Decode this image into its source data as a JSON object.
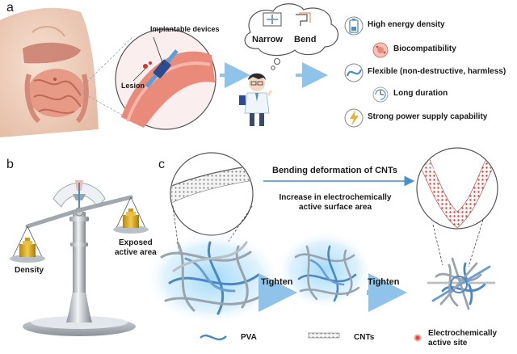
{
  "panels": {
    "a": "a",
    "b": "b",
    "c": "c"
  },
  "panel_a": {
    "implantable_devices": "Implantable devices",
    "lesion": "Lesion",
    "narrow": "Narrow",
    "bend": "Bend",
    "features": [
      {
        "label": "High energy density",
        "icon": "battery-icon"
      },
      {
        "label": "Biocompatibility",
        "icon": "cell-icon"
      },
      {
        "label": "Flexible (non-destructive, harmless)",
        "icon": "flex-fiber-icon"
      },
      {
        "label": "Long duration",
        "icon": "clock-cycle-icon"
      },
      {
        "label": "Strong power supply capability",
        "icon": "lightning-icon"
      }
    ]
  },
  "panel_b": {
    "exposed_active_area": [
      "Exposed",
      "active area"
    ],
    "density": "Density"
  },
  "panel_c": {
    "bending": "Bending deformation of CNTs",
    "increase": [
      "Increase in electrochemically",
      "active surface area"
    ],
    "tighten_1": "Tighten",
    "tighten_2": "Tighten",
    "legend": {
      "pva": "PVA",
      "cnts": "CNTs",
      "active_site": [
        "Electrochemically",
        "active site"
      ]
    }
  },
  "colors": {
    "arrow": "#8fc3ea",
    "tissue": "#e9887a",
    "skin": "#f2d2bf",
    "glow": "#a9dcf5",
    "fiber": "#9aa4ac",
    "fiber_blue": "#4c87c4",
    "active_site": "#e8413a",
    "gold": "#d9a520"
  }
}
